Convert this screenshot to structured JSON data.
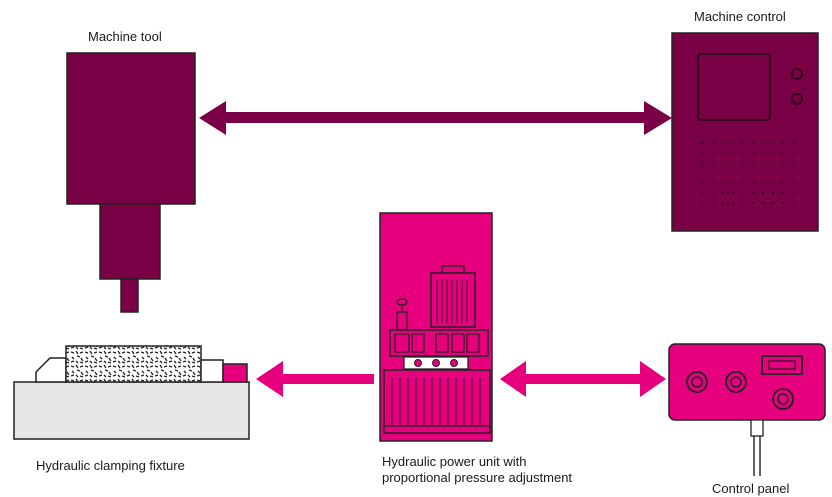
{
  "labels": {
    "machine_tool": "Machine tool",
    "machine_control": "Machine control",
    "clamping_fixture": "Hydraulic clamping fixture",
    "power_unit_line1": "Hydraulic power unit with",
    "power_unit_line2": "proportional pressure adjustment",
    "control_panel": "Control panel"
  },
  "colors": {
    "machine": "#7a0046",
    "accent": "#e6007e",
    "outline": "#222222",
    "fixture_base": "#e6e6e6"
  },
  "connections": [
    {
      "from": "machine-tool",
      "to": "machine-control",
      "type": "bidirectional"
    },
    {
      "from": "power-unit",
      "to": "clamping-fixture",
      "type": "unidirectional"
    },
    {
      "from": "power-unit",
      "to": "control-panel",
      "type": "bidirectional"
    }
  ]
}
